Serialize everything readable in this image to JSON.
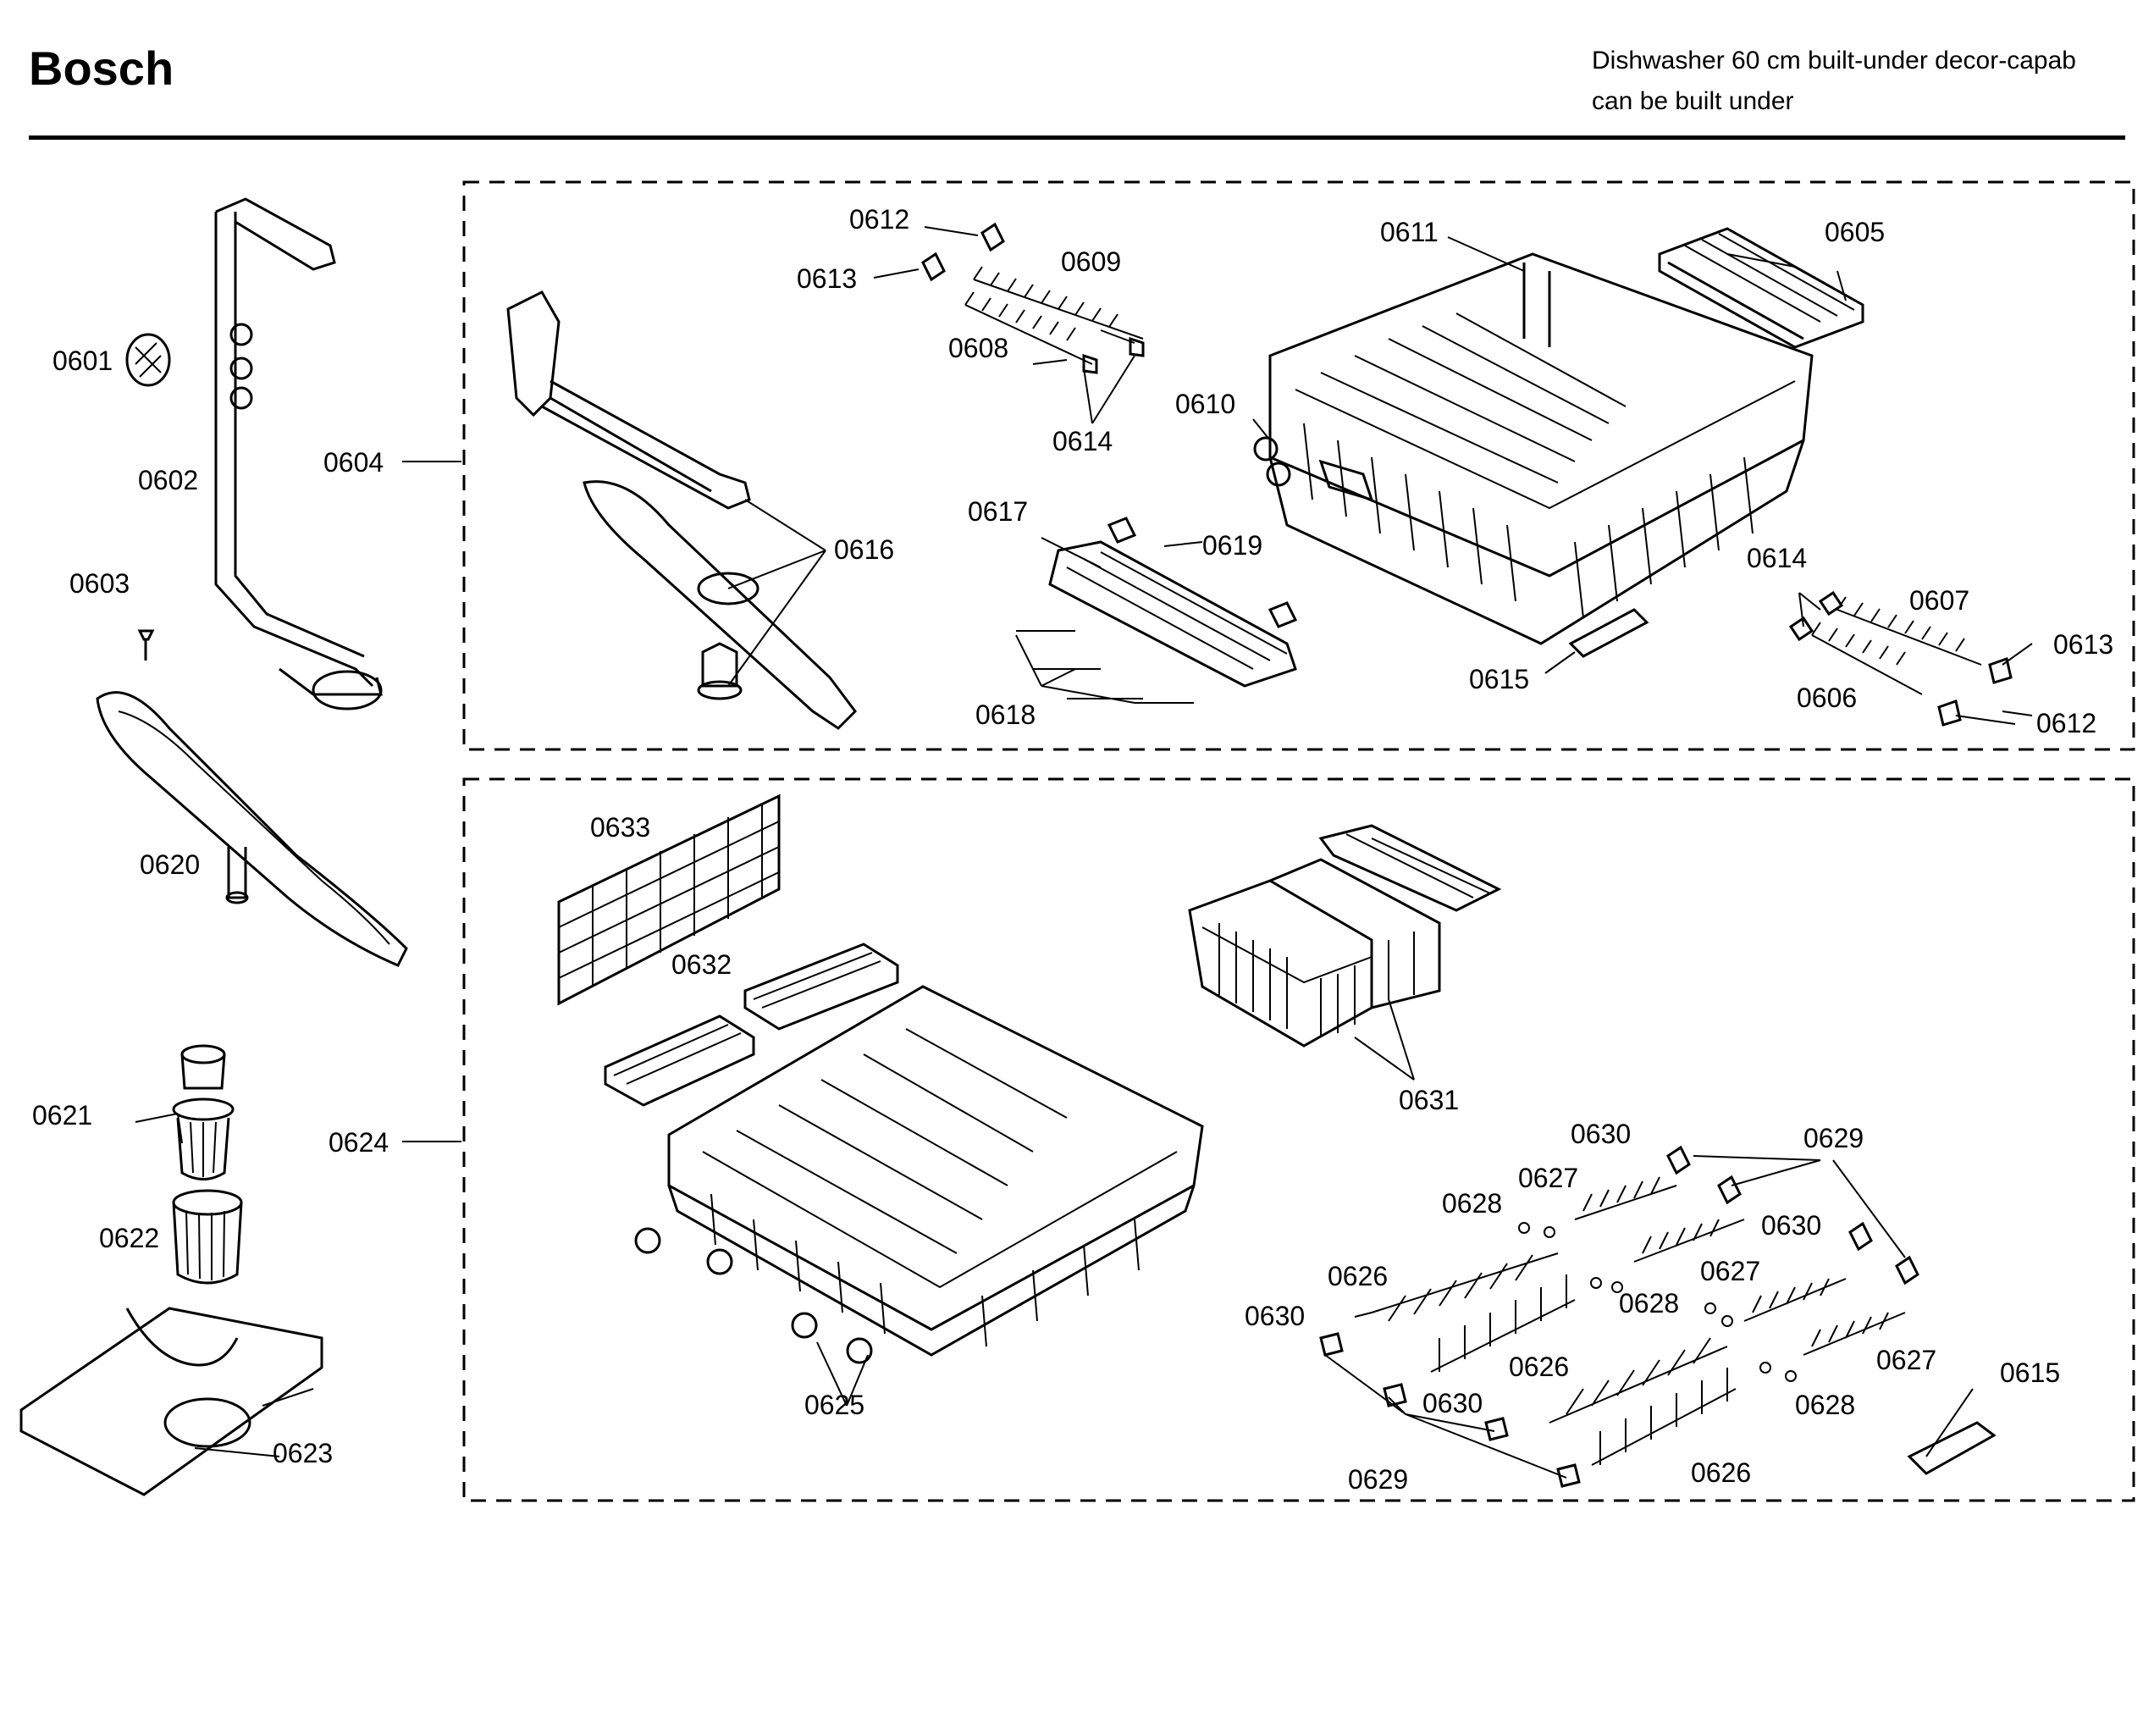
{
  "header": {
    "brand": "Bosch",
    "description_line1": "Dishwasher 60 cm built-under decor-capab",
    "description_line2": "can be built under"
  },
  "labels": {
    "p0601": "0601",
    "p0602": "0602",
    "p0603": "0603",
    "p0604": "0604",
    "p0605": "0605",
    "p0606": "0606",
    "p0607": "0607",
    "p0608": "0608",
    "p0609": "0609",
    "p0610": "0610",
    "p0611": "0611",
    "p0612a": "0612",
    "p0612b": "0612",
    "p0613a": "0613",
    "p0613b": "0613",
    "p0614a": "0614",
    "p0614b": "0614",
    "p0615a": "0615",
    "p0615b": "0615",
    "p0616": "0616",
    "p0617": "0617",
    "p0618": "0618",
    "p0619": "0619",
    "p0620": "0620",
    "p0621": "0621",
    "p0622": "0622",
    "p0623": "0623",
    "p0624": "0624",
    "p0625": "0625",
    "p0626a": "0626",
    "p0626b": "0626",
    "p0626c": "0626",
    "p0627a": "0627",
    "p0627b": "0627",
    "p0627c": "0627",
    "p0628a": "0628",
    "p0628b": "0628",
    "p0628c": "0628",
    "p0629a": "0629",
    "p0629b": "0629",
    "p0630a": "0630",
    "p0630b": "0630",
    "p0630c": "0630",
    "p0630d": "0630",
    "p0631": "0631",
    "p0632": "0632",
    "p0633": "0633"
  }
}
